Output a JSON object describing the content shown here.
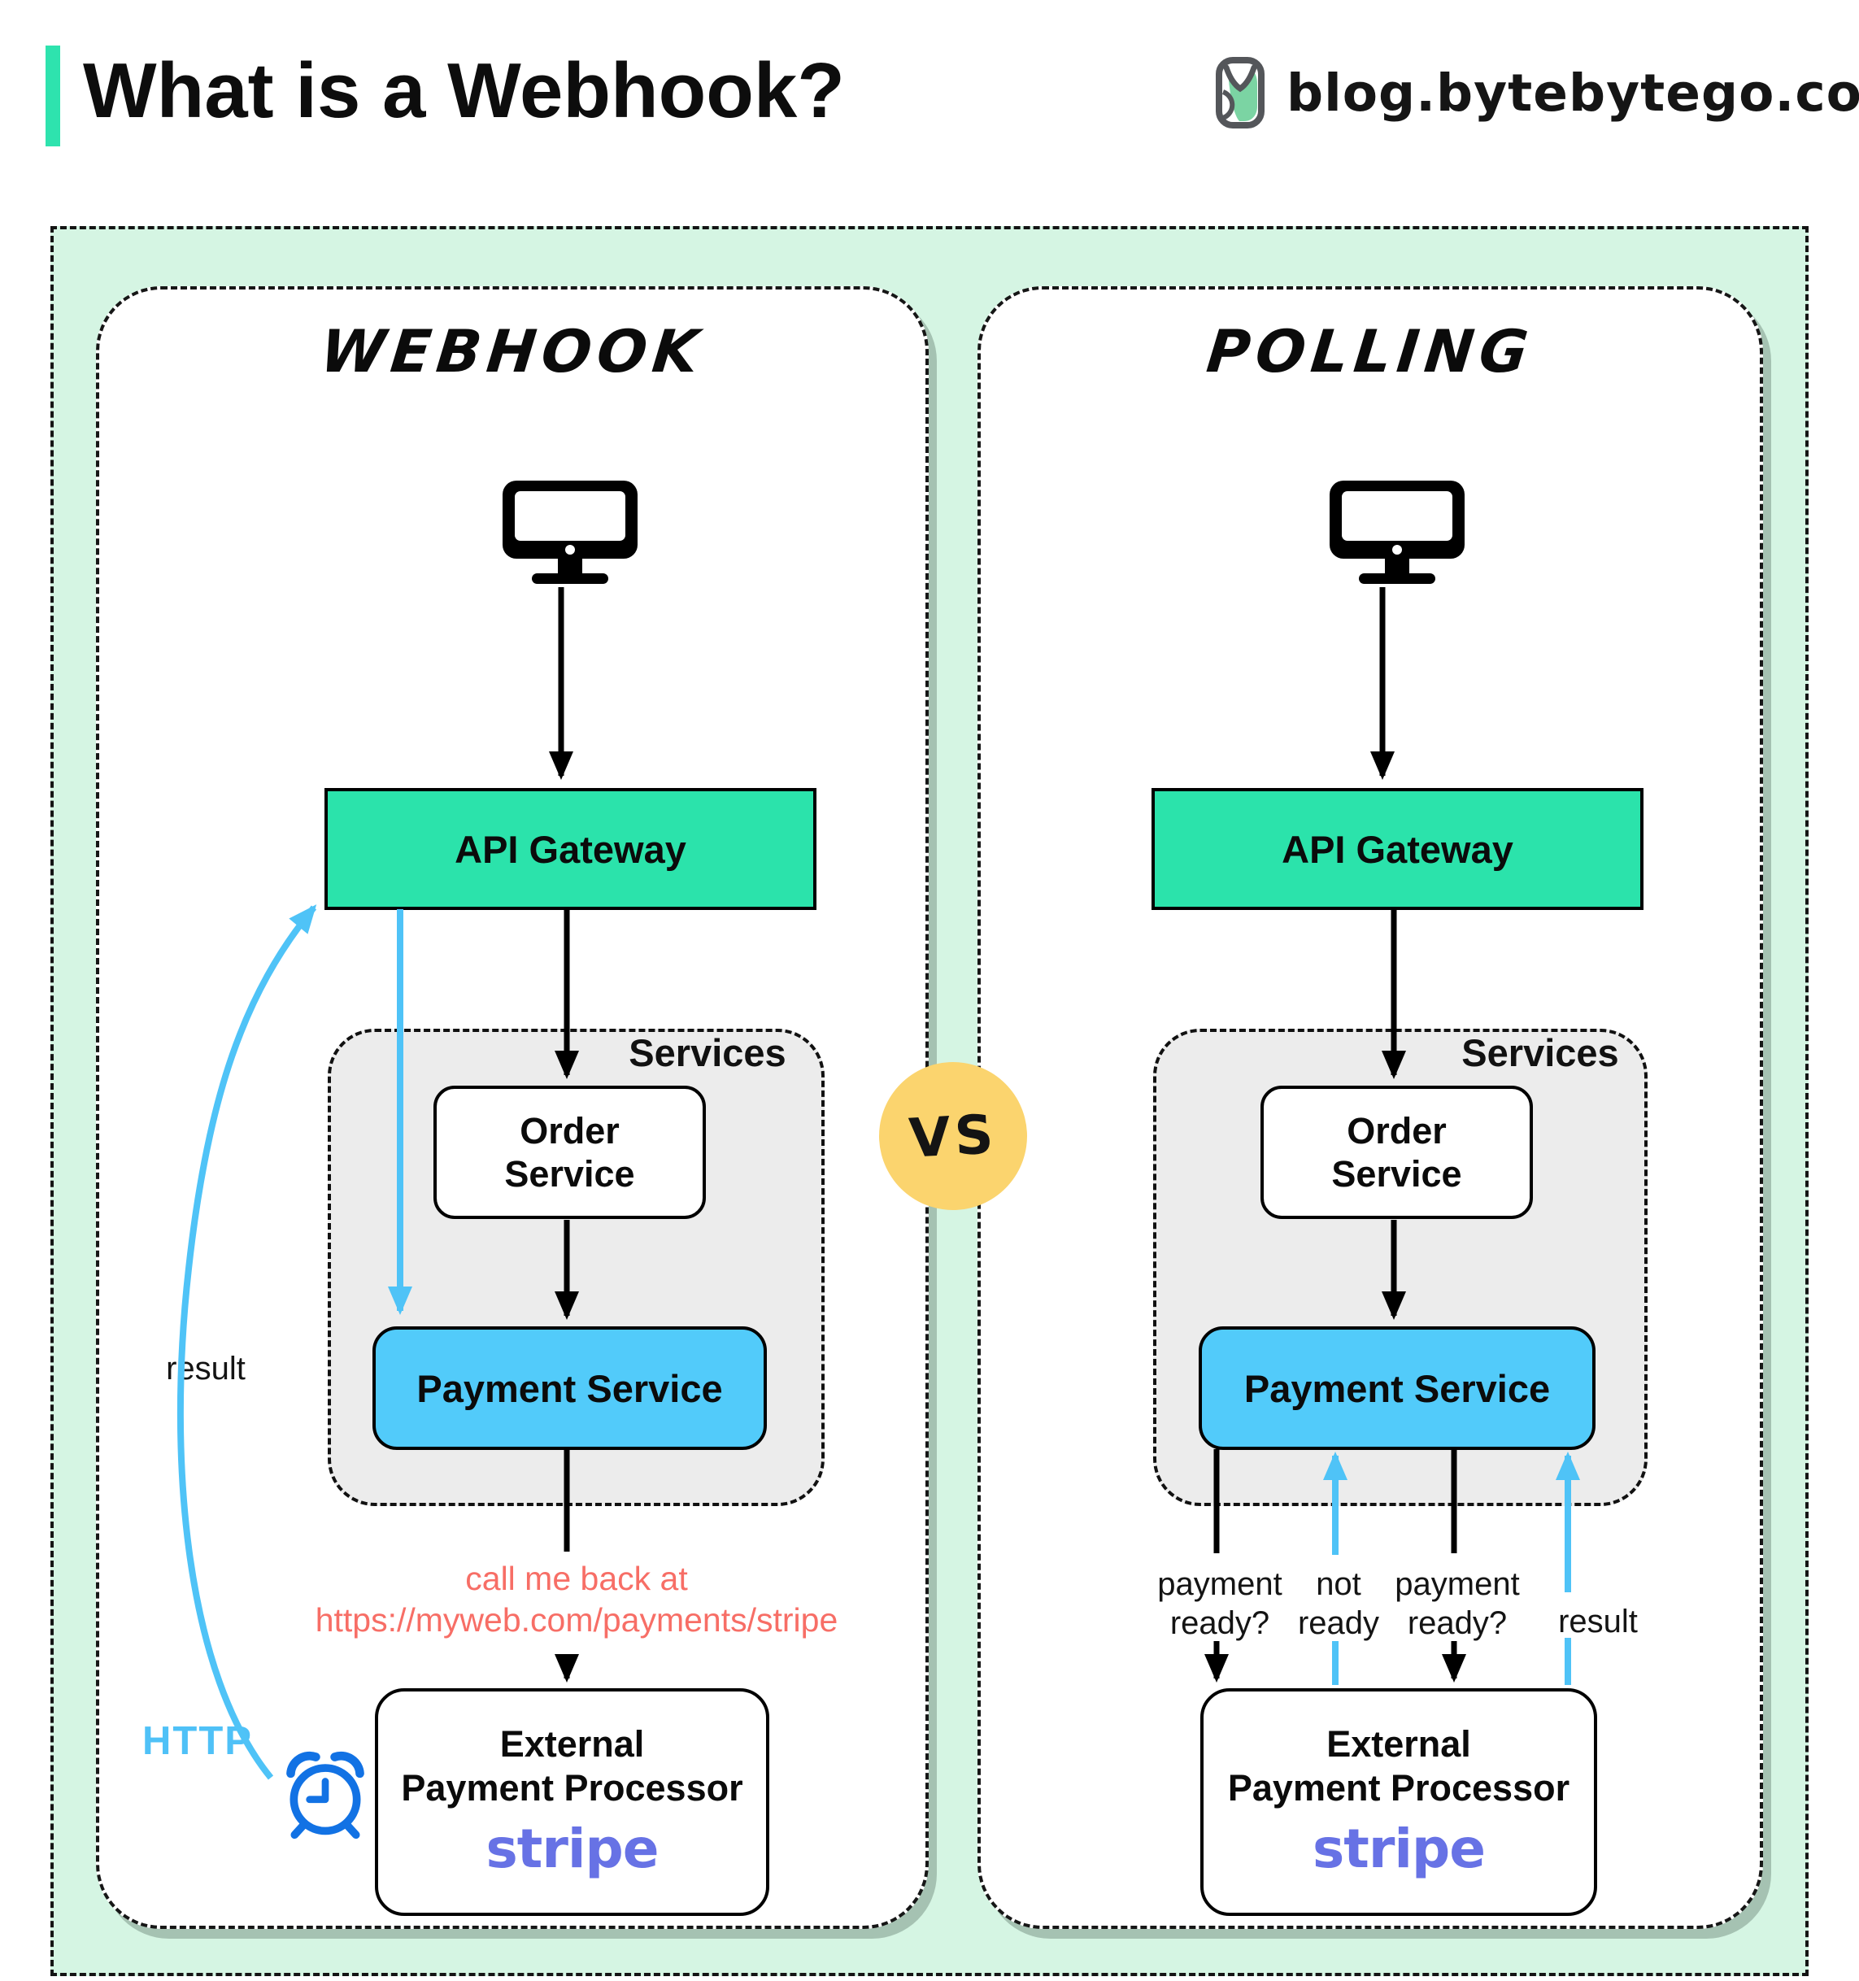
{
  "header": {
    "title": "What is a Webhook?",
    "site": "blog.bytebytego.com"
  },
  "vs_badge": "VS",
  "webhook": {
    "title": "Webhook",
    "api_gateway": "API Gateway",
    "services_label": "Services",
    "order_service": "Order\nService",
    "payment_service": "Payment Service",
    "external_line1": "External",
    "external_line2": "Payment Processor",
    "stripe": "stripe",
    "result_label": "result",
    "http_label": "HTTP",
    "callback_line1": "call me back at",
    "callback_line2": "https://myweb.com/payments/stripe"
  },
  "polling": {
    "title": "Polling",
    "api_gateway": "API Gateway",
    "services_label": "Services",
    "order_service": "Order\nService",
    "payment_service": "Payment Service",
    "external_line1": "External",
    "external_line2": "Payment Processor",
    "stripe": "stripe",
    "query1": "payment\nready?",
    "answer1": "not\nready",
    "query2": "payment\nready?",
    "answer2": "result"
  },
  "colors": {
    "mint_bg": "#d5f5e3",
    "api_teal": "#2be3ab",
    "payment_blue": "#52cbfa",
    "arrow_blue": "#4fc3f7",
    "salmon_text": "#f76e66",
    "stripe_purple": "#6772e5",
    "vs_yellow": "#fbd46e",
    "clock_blue": "#1272e4",
    "services_gray": "#ececec"
  }
}
